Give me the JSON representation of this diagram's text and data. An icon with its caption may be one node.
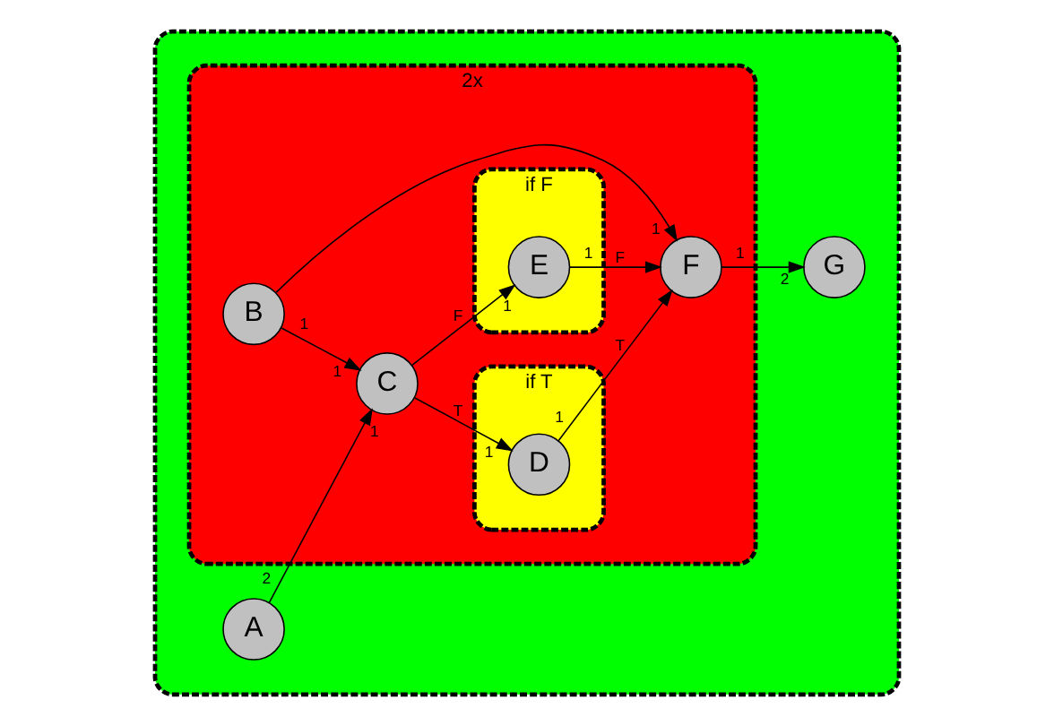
{
  "diagram": {
    "nodes": [
      {
        "text": [],
        "shape": "cloud"
      },
      {
        "text": [
          "2x"
        ],
        "in": 0
      },
      {
        "text": [
          "A"
        ],
        "in": 0,
        "beside": [
          "2"
        ]
      },
      {
        "text": [
          "C"
        ],
        "in": 1,
        "beside": [
          "1",
          "1"
        ]
      },
      {
        "text": [
          "if T"
        ],
        "in": 1
      },
      {
        "text": [
          "D"
        ],
        "in": 4,
        "beside": [
          "1",
          "1"
        ]
      },
      {
        "text": [
          "if F"
        ],
        "in": 1
      },
      {
        "text": [
          "E"
        ],
        "in": 6,
        "beside": [
          "1",
          "1"
        ]
      },
      {
        "text": [
          "F"
        ],
        "in": 1,
        "beside": [
          "1",
          "1"
        ]
      },
      {
        "text": [
          "G"
        ],
        "in": 0,
        "beside": [
          "2"
        ]
      },
      {
        "text": [
          "B"
        ],
        "in": 1,
        "beside": [
          "1"
        ]
      }
    ],
    "edges": [
      {
        "from": 2,
        "to": 3,
        "arrow": "to"
      },
      {
        "from": 3,
        "to": 5,
        "arrow": "to",
        "label": "T"
      },
      {
        "from": 3,
        "to": 7,
        "arrow": "to",
        "label": "F"
      },
      {
        "from": 5,
        "to": 8,
        "arrow": "to",
        "label": "T"
      },
      {
        "from": 7,
        "to": 8,
        "arrow": "to",
        "label": "F"
      },
      {
        "from": 8,
        "to": 9,
        "arrow": "to"
      },
      {
        "from": 10,
        "to": 3,
        "arrow": "to"
      },
      {
        "from": 10,
        "to": 8,
        "arrow": "to"
      }
    ]
  }
}
